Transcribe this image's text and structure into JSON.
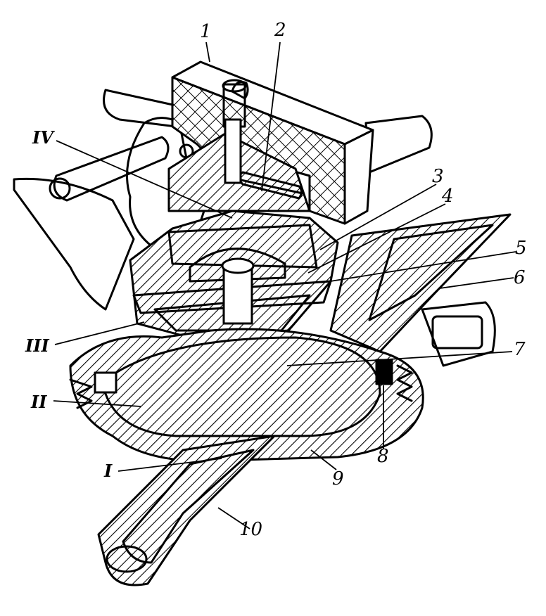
{
  "colors": {
    "ink": "#000000",
    "paper": "#ffffff"
  },
  "labels": {
    "n1": "1",
    "n2": "2",
    "n3": "3",
    "n4": "4",
    "n5": "5",
    "n6": "6",
    "n7": "7",
    "n8": "8",
    "n9": "9",
    "n10": "10",
    "r1": "I",
    "r2": "II",
    "r3": "III",
    "r4": "IV"
  }
}
